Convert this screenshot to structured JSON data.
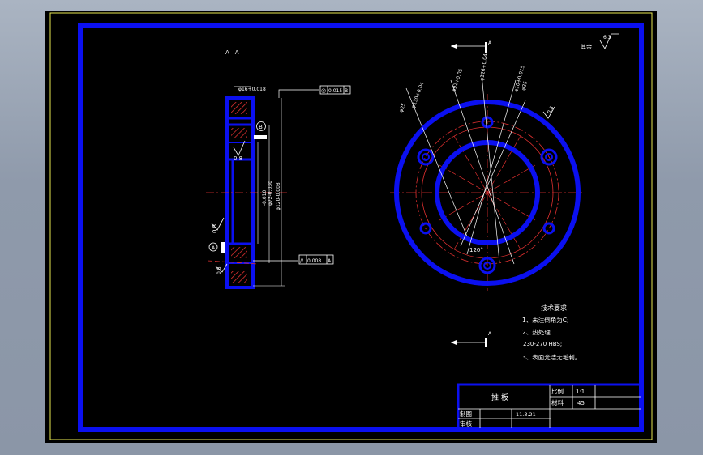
{
  "view_label": "A—A",
  "left_view": {
    "top_dim": "φ16+0.018",
    "tolerance_frame_top": {
      "symbol": "◎",
      "value": "0.015",
      "datum": "B"
    },
    "datum_b": "B",
    "roughness_1": "0.8",
    "dim_inner": "φ72-0.030",
    "dim_inner_upper": "-0.010",
    "dim_outer": "φ120-0.008",
    "roughness_2": "0.8",
    "datum_a": "A",
    "roughness_3": "0.8",
    "tolerance_frame_bottom": {
      "symbol": "//",
      "value": "0.008",
      "datum": "A"
    }
  },
  "right_view": {
    "roughness_corner_label": "其余",
    "roughness_corner_value": "6.3",
    "section_mark_top": "A",
    "section_mark_bottom": "A",
    "dim_1": "φ130+0.04",
    "dim_2": "φ92+0.05",
    "dim_3": "φ126+0.04",
    "dim_4": "φ10+0.015",
    "dim_5": "φ25",
    "dim_6": "φ25",
    "roughness_right": "0.8",
    "angle": "120°"
  },
  "tech_req": {
    "title": "技术要求",
    "items": [
      "1、未注倒角为C;",
      "2、热处理",
      "230-270 HBS;",
      "3、表面光洁无毛刺。"
    ]
  },
  "title_block": {
    "part_name": "推 板",
    "scale_label": "比例",
    "scale_value": "1:1",
    "material_label": "材料",
    "material_value": "45",
    "drawn_label": "制图",
    "date": "11.3.21",
    "check_label": "审核"
  }
}
